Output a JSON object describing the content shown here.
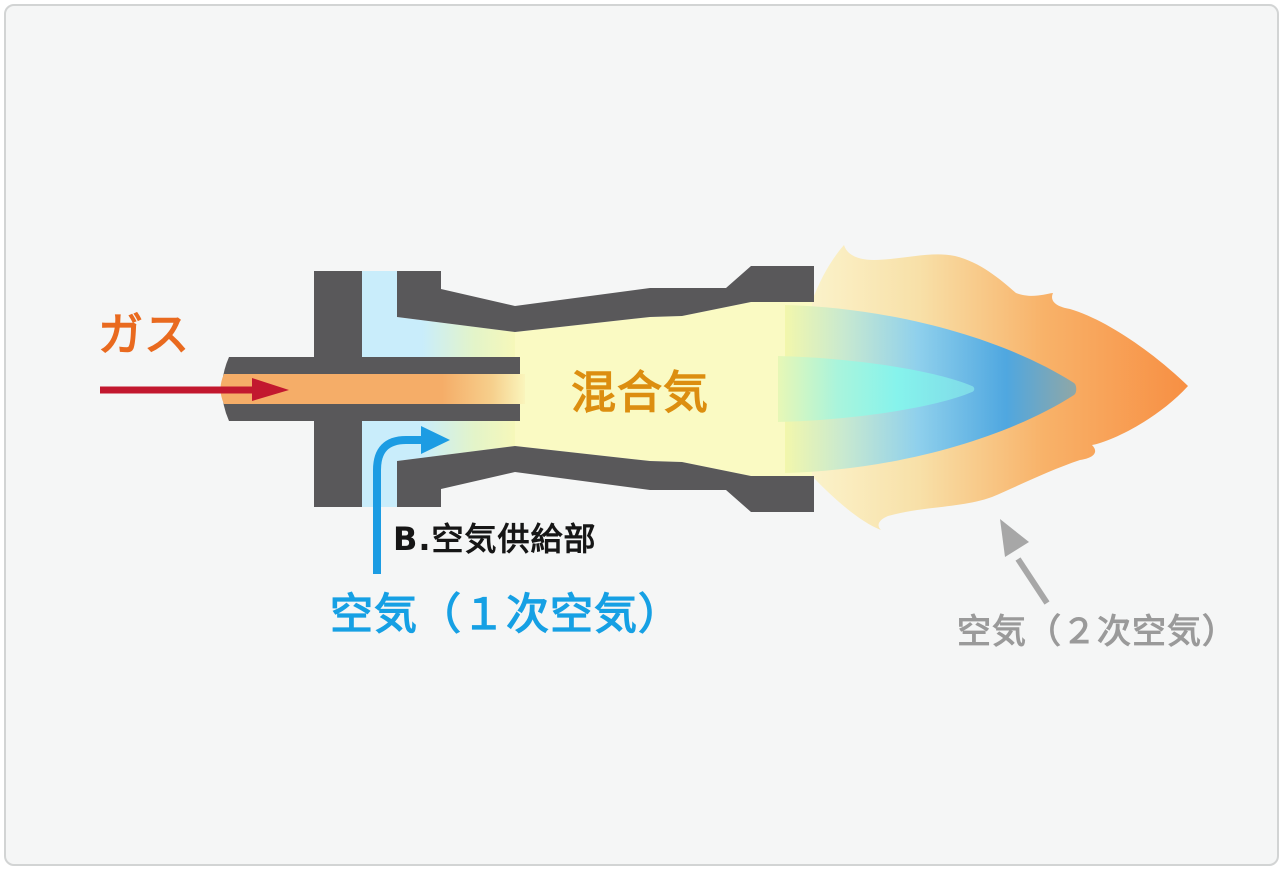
{
  "diagram": {
    "description": "Gas burner cross-section diagram with flame",
    "labels": {
      "gas": "ガス",
      "mixed_gas": "混合気",
      "air_supply": "B.空気供給部",
      "primary_air": "空気（１次空気）",
      "secondary_air": "空気（２次空気）"
    },
    "colors": {
      "background": "#f5f6f6",
      "border": "#d2d4d4",
      "metal": "#59585a",
      "air_channel": "#c9edfb",
      "gas_stream": "#f5ad68",
      "mixture": "#fafac3",
      "flame_outer_start": "#fbf4cd",
      "flame_outer_end": "#f78e42",
      "flame_middle_blue": "#4fa7e0",
      "flame_inner_cyan": "#86f3ec",
      "gas_label": "#e96a1f",
      "mixed_gas_label": "#dc8e10",
      "air_supply_label": "#161616",
      "primary_air_label": "#16a0e4",
      "secondary_air_label": "#9a9a9a",
      "gas_arrow": "#c2182f",
      "primary_air_arrow": "#1c9ce3",
      "secondary_air_arrow": "#a7a7a7"
    }
  }
}
